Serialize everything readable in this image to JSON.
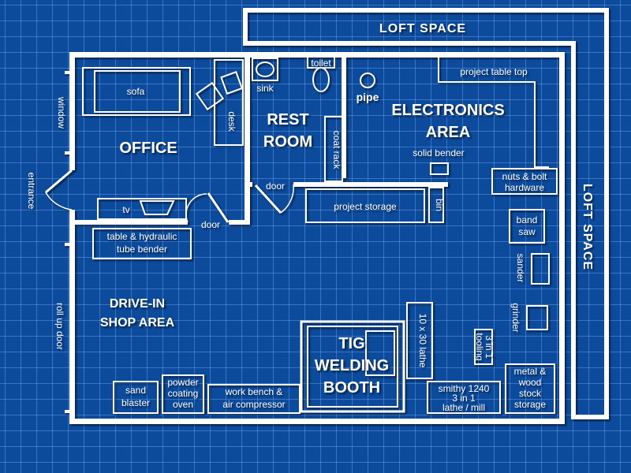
{
  "rooms": {
    "loft_top": "LOFT  SPACE",
    "loft_right": "LOFT  SPACE",
    "office": "OFFICE",
    "rest_room_line1": "REST",
    "rest_room_line2": "ROOM",
    "electronics_line1": "ELECTRONICS",
    "electronics_line2": "AREA",
    "shop_line1": "DRIVE-IN",
    "shop_line2": "SHOP AREA",
    "tig_line1": "TIG",
    "tig_line2": "WELDING",
    "tig_line3": "BOOTH"
  },
  "labels": {
    "sofa": "sofa",
    "desk": "desk",
    "sink": "sink",
    "toilet": "toilet",
    "pipe": "pipe",
    "project_table_top": "project table top",
    "coat_rack": "coat rack",
    "solid_bender": "solid bender",
    "nuts_bolt_line1": "nuts & bolt",
    "nuts_bolt_line2": "hardware",
    "window": "window",
    "entrance": "entrance",
    "tv": "tv",
    "door_office": "door",
    "door_rest": "door",
    "project_storage": "project storage",
    "bin": "bin",
    "band_saw_line1": "band",
    "band_saw_line2": "saw",
    "table_bender_line1": "table & hydraulic",
    "table_bender_line2": "tube bender",
    "sander": "sander",
    "grinder": "grinder",
    "roll_up_door": "roll up door",
    "lathe": "10 x 30 lathe",
    "tooling_line1": "3 in 1",
    "tooling_line2": "tooling",
    "sand_blaster_line1": "sand",
    "sand_blaster_line2": "blaster",
    "powder_line1": "powder",
    "powder_line2": "coating",
    "powder_line3": "oven",
    "workbench_line1": "work bench &",
    "workbench_line2": "air compressor",
    "smithy_line1": "smithy 1240",
    "smithy_line2": "3 in 1",
    "smithy_line3": "lathe / mill",
    "metal_line1": "metal &",
    "metal_line2": "wood",
    "metal_line3": "stock",
    "metal_line4": "storage"
  },
  "colors": {
    "background": "#0c4a9c",
    "grid": "#82b9ff",
    "lines": "#ffffff"
  }
}
